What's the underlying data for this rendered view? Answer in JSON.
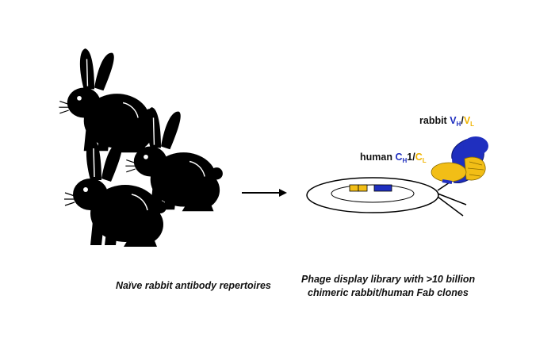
{
  "captions": {
    "left": "Naïve rabbit antibody repertoires",
    "right_line1": "Phage display library with >10 billion",
    "right_line2": "chimeric rabbit/human Fab clones"
  },
  "labels": {
    "rabbit_prefix": "rabbit ",
    "rabbit_vh": "V",
    "rabbit_vh_sub": "H",
    "rabbit_sep": "/",
    "rabbit_vl": "V",
    "rabbit_vl_sub": "L",
    "human_prefix": "human ",
    "human_ch": "C",
    "human_ch_sub": "H",
    "human_ch_num": "1",
    "human_sep": "/",
    "human_cl": "C",
    "human_cl_sub": "L"
  },
  "colors": {
    "rabbit": "#000000",
    "blue": "#1f2fbf",
    "yellow": "#f2be16",
    "arrow": "#000000"
  }
}
